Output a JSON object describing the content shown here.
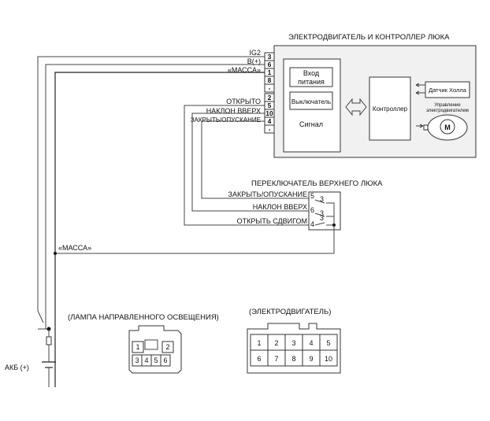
{
  "module": {
    "title": "ЭЛЕКТРОДВИГАТЕЛЬ И КОНТРОЛЛЕР ЛЮКА",
    "power_input": [
      "Вход",
      "питания"
    ],
    "switch": "Выключатель",
    "signal": "Сигнал",
    "controller": "Контроллер",
    "hall_sensor": "Датчик Холла",
    "motor_control": [
      "Управление",
      "электродвигателем"
    ],
    "motor": "М"
  },
  "pins": [
    "3",
    "6",
    "1",
    "8",
    "-",
    "2",
    "5",
    "10",
    "4",
    "-"
  ],
  "wire_labels": {
    "ig2": "IG2",
    "b_plus": "B(+)",
    "massa_top": "«МАССА»",
    "open": "ОТКРЫТО",
    "tilt_up": "НАКЛОН ВВЕРХ",
    "close_lower": "ЗАКРЫТЬ/ОПУСКАНИЕ"
  },
  "switch_unit": {
    "title": "ПЕРЕКЛЮЧАТЕЛЬ ВЕРХНЕГО ЛЮКА",
    "rows": [
      {
        "label": "ЗАКРЫТЬ/ОПУСКАНИЕ",
        "pin": "5",
        "common": "3"
      },
      {
        "label": "НАКЛОН ВВЕРХ",
        "pin": "6",
        "common": "3"
      },
      {
        "label": "ОТКРЫТЬ СДВИГОМ",
        "pin": "4",
        "common": "3"
      }
    ]
  },
  "massa_bottom": "«МАССА»",
  "battery": "АКБ (+)",
  "lamp_connector": {
    "title": "(ЛАМПА НАПРАВЛЕННОГО ОСВЕЩЕНИЯ)",
    "pins_top": [
      "1",
      "2"
    ],
    "pins_bottom": [
      "3",
      "4",
      "5",
      "6"
    ]
  },
  "motor_connector": {
    "title": "(ЭЛЕКТРОДВИГАТЕЛЬ)",
    "pins_top": [
      "1",
      "2",
      "3",
      "4",
      "5"
    ],
    "pins_bottom": [
      "6",
      "7",
      "8",
      "9",
      "10"
    ]
  }
}
